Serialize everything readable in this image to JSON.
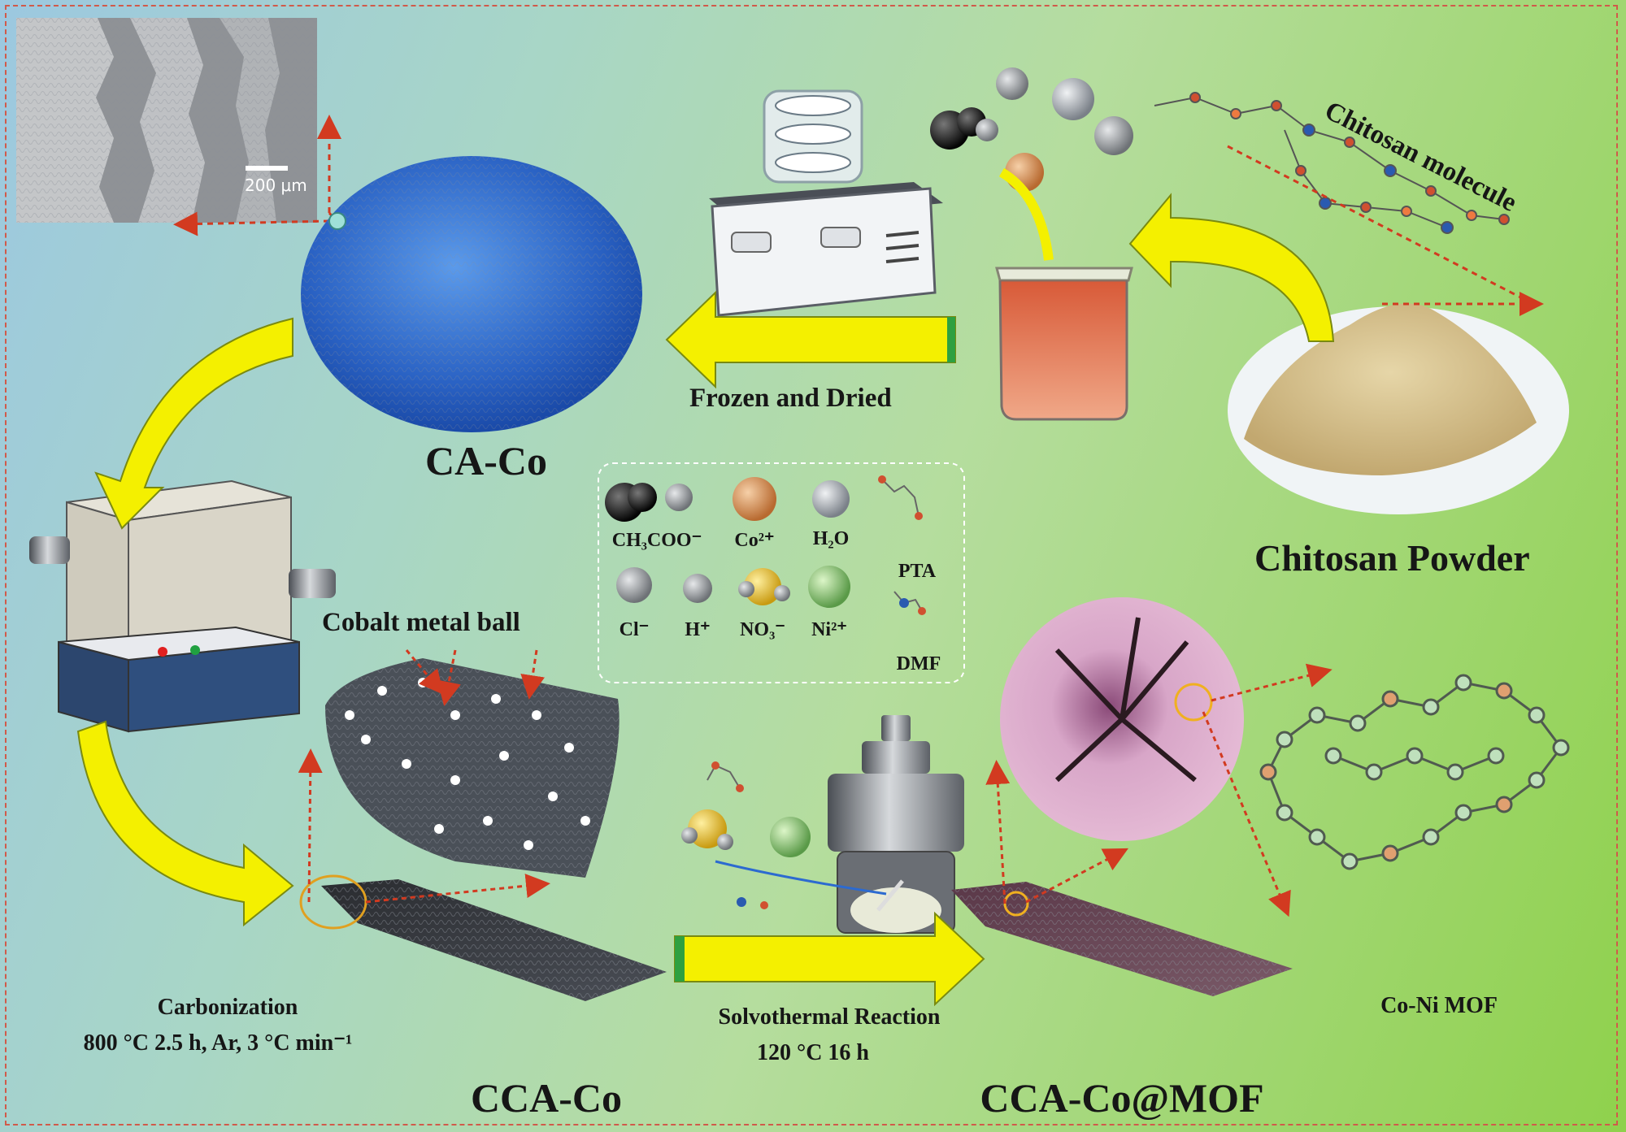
{
  "labels": {
    "ca_co": "CA-Co",
    "frozen_dried": "Frozen and Dried",
    "chitosan_powder": "Chitosan Powder",
    "chitosan_molecule": "Chitosan molecule",
    "cobalt_ball": "Cobalt metal ball",
    "carbonization": "Carbonization",
    "carbonization_cond": "800 °C 2.5 h, Ar, 3 °C min⁻¹",
    "cca_co": "CCA-Co",
    "solvothermal": "Solvothermal Reaction",
    "solvothermal_cond": "120 °C 16 h",
    "cca_co_mof": "CCA-Co@MOF",
    "co_ni_mof": "Co-Ni MOF",
    "scale_bar": "200 μm"
  },
  "legend": {
    "ch3coo": "CH₃COO⁻",
    "co": "Co²⁺",
    "h2o": "H₂O",
    "pta": "PTA",
    "cl": "Cl⁻",
    "h": "H⁺",
    "no3": "NO₃⁻",
    "ni": "Ni²⁺",
    "dmf": "DMF"
  },
  "colors": {
    "arrow_yellow": "#f4f000",
    "arrow_red_dashed": "#d23a20",
    "aerogel_blue": "#2f6fd0",
    "mof_pink": "#d8a8c8",
    "cobalt_sphere": "#d89060",
    "nickel_sphere": "#90c878"
  }
}
